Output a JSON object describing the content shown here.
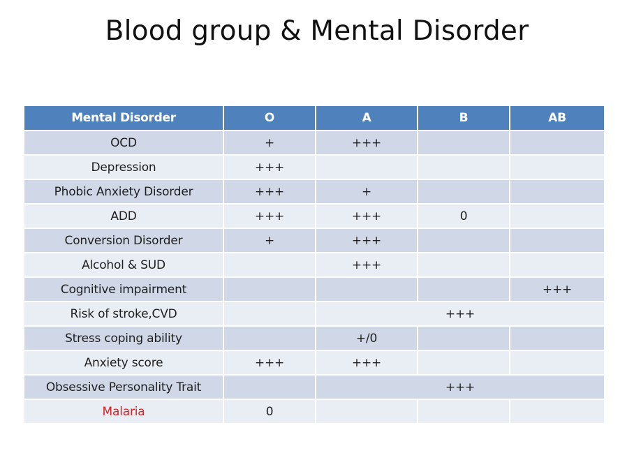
{
  "title": "Blood group & Mental Disorder",
  "table": {
    "headers": [
      "Mental Disorder",
      "O",
      "A",
      "B",
      "AB"
    ],
    "rows": [
      {
        "label": "OCD",
        "o": "+",
        "a": "+++",
        "b": "",
        "ab": ""
      },
      {
        "label": "Depression",
        "o": "+++",
        "a": "",
        "b": "",
        "ab": ""
      },
      {
        "label": "Phobic Anxiety Disorder",
        "o": "+++",
        "a": "+",
        "b": "",
        "ab": ""
      },
      {
        "label": "ADD",
        "o": "+++",
        "a": "+++",
        "b": "0",
        "ab": ""
      },
      {
        "label": "Conversion Disorder",
        "o": "+",
        "a": "+++",
        "b": "",
        "ab": ""
      },
      {
        "label": "Alcohol & SUD",
        "o": "",
        "a": "+++",
        "b": "",
        "ab": ""
      },
      {
        "label": "Cognitive impairment",
        "o": "",
        "a": "",
        "b": "",
        "ab": "+++"
      },
      {
        "label": "Risk of stroke,CVD",
        "o": "",
        "merged": "+++"
      },
      {
        "label": "Stress coping ability",
        "o": "",
        "a": "+/0",
        "b": "",
        "ab": ""
      },
      {
        "label": "Anxiety score",
        "o": "+++",
        "a": "+++",
        "b": "",
        "ab": ""
      },
      {
        "label": "Obsessive Personality Trait",
        "o": "",
        "merged": "+++"
      },
      {
        "label": "Malaria",
        "o": "0",
        "a": "",
        "b": "",
        "ab": ""
      }
    ]
  },
  "colors": {
    "header_bg": "#4f81bd",
    "row_dark": "#d0d8e8",
    "row_light": "#e9edf4",
    "highlight_text": "#e02020"
  }
}
